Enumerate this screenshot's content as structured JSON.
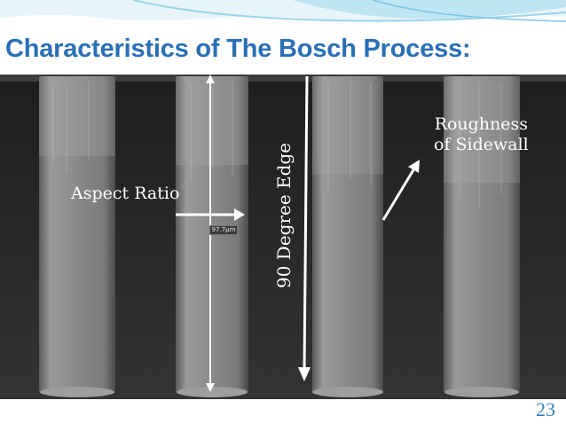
{
  "slide": {
    "title": "Characteristics of The Bosch Process:",
    "page_number": "23",
    "colors": {
      "title": "#2a6fb5",
      "page_number": "#3a7dbf",
      "header_wave": "#9bd3ea",
      "image_bg": "#2a2a2a",
      "annotation": "#ffffff"
    }
  },
  "sem_image": {
    "scale_label": "97.7µm",
    "annotations": {
      "aspect_ratio": "Aspect Ratio",
      "degree_edge": "90 Degree Edge",
      "roughness_line1": "Roughness",
      "roughness_line2": "of Sidewall"
    }
  }
}
